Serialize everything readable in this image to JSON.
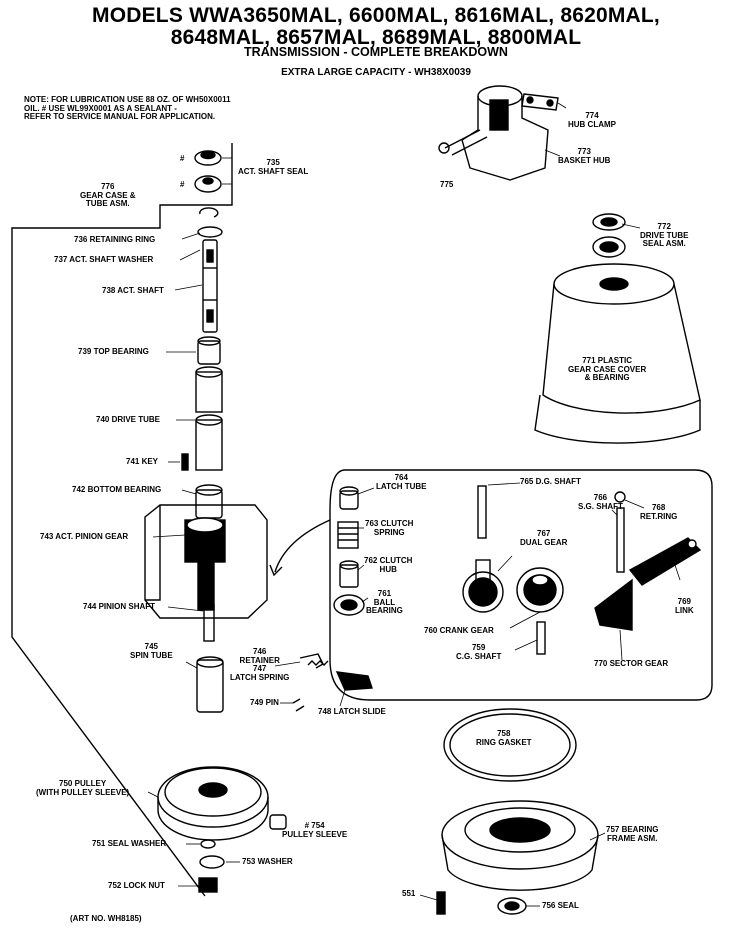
{
  "header": {
    "title_line1": "MODELS WWA3650MAL, 6600MAL, 8616MAL, 8620MAL,",
    "title_line2": "8648MAL, 8657MAL, 8689MAL, 8800MAL",
    "subtitle": "TRANSMISSION - COMPLETE BREAKDOWN",
    "capacity": "EXTRA LARGE CAPACITY - WH38X0039"
  },
  "note": {
    "line1": "NOTE: FOR LUBRICATION USE 88 OZ. OF WH50X0011",
    "line2": "OIL. # USE WL99X0001 AS A SEALANT -",
    "line3": "REFER TO SERVICE MANUAL FOR APPLICATION."
  },
  "parts": {
    "p735": [
      "735",
      "ACT. SHAFT SEAL"
    ],
    "p776a": [
      "776",
      "GEAR CASE &",
      "TUBE ASM."
    ],
    "hash1": "#",
    "hash2": "#",
    "p736": "736 RETAINING RING",
    "p737": "737  ACT. SHAFT WASHER",
    "p738": "738 ACT. SHAFT",
    "p739": "739 TOP BEARING",
    "p740": "740 DRIVE TUBE",
    "p741": "741 KEY",
    "p742": "742 BOTTOM BEARING",
    "p743": "743 ACT. PINION GEAR",
    "p744": "744 PINION SHAFT",
    "p745": [
      "745",
      "SPIN TUBE"
    ],
    "p746": [
      "746",
      "RETAINER",
      "747",
      "LATCH SPRING"
    ],
    "p749": "749 PIN",
    "p748": "748 LATCH SLIDE",
    "p750": [
      "750 PULLEY",
      "(WITH PULLEY SLEEVE)"
    ],
    "p751": "751 SEAL WASHER",
    "p753": "753 WASHER",
    "p752": "752 LOCK NUT",
    "p754": [
      "# 754",
      "PULLEY SLEEVE"
    ],
    "p774": [
      "774",
      "HUB CLAMP"
    ],
    "p773": [
      "773",
      "BASKET HUB"
    ],
    "p775": "775",
    "p772": [
      "772",
      "DRIVE TUBE",
      "SEAL ASM."
    ],
    "p771": [
      "771 PLASTIC",
      "GEAR CASE COVER",
      "& BEARING"
    ],
    "p764": [
      "764",
      "LATCH TUBE"
    ],
    "p765": "765 D.G. SHAFT",
    "p766": [
      "766",
      "S.G. SHAFT"
    ],
    "p768": [
      "768",
      "RET.RING"
    ],
    "p763": [
      "763 CLUTCH",
      "SPRING"
    ],
    "p767": [
      "767",
      "DUAL GEAR"
    ],
    "p762": [
      "762 CLUTCH",
      "HUB"
    ],
    "p761": [
      "761",
      "BALL",
      "BEARING"
    ],
    "p769": [
      "769",
      "LINK"
    ],
    "p760": "760 CRANK GEAR",
    "p759": [
      "759",
      "C.G. SHAFT"
    ],
    "p770": "770 SECTOR GEAR",
    "p758": [
      "758",
      "RING GASKET"
    ],
    "p757": [
      "757 BEARING",
      "FRAME ASM."
    ],
    "p551": "551",
    "p756": "756 SEAL",
    "art_no": "(ART NO. WH8185)"
  }
}
